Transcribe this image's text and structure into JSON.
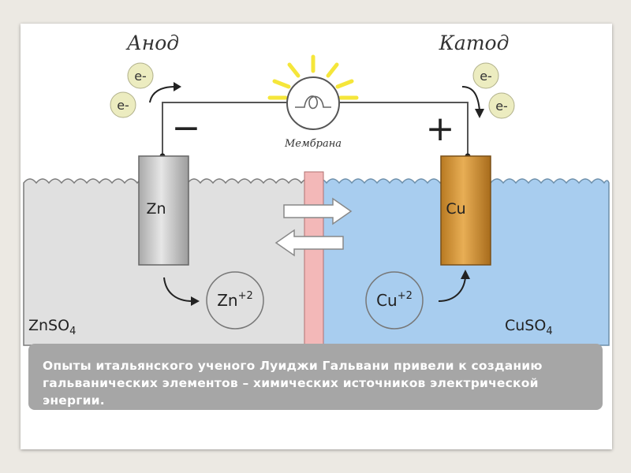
{
  "diagram": {
    "anode_label": "Анод",
    "cathode_label": "Катод",
    "electron_label": "e-",
    "minus_sign": "−",
    "plus_sign": "+",
    "membrane_label": "Мембрана",
    "zn_electrode_label": "Zn",
    "cu_electrode_label": "Cu",
    "zn_ion_base": "Zn",
    "zn_ion_charge": "+2",
    "cu_ion_base": "Cu",
    "cu_ion_charge": "+2",
    "left_solution_base": "ZnSO",
    "left_solution_sub": "4",
    "right_solution_base": "CuSO",
    "right_solution_sub": "4",
    "colors": {
      "left_solution": "#e0e0e0",
      "right_solution": "#a8cdef",
      "zn_electrode": "#c8c8c8",
      "cu_electrode": "#d89a3a",
      "membrane": "#f3b8b8",
      "electron_ball": "#ececc0",
      "bulb_rays": "#f5e63a"
    }
  },
  "caption": {
    "text": "Опыты итальянского ученого Луиджи Гальвани привели к созданию гальванических элементов – химических источников электрической энергии."
  }
}
